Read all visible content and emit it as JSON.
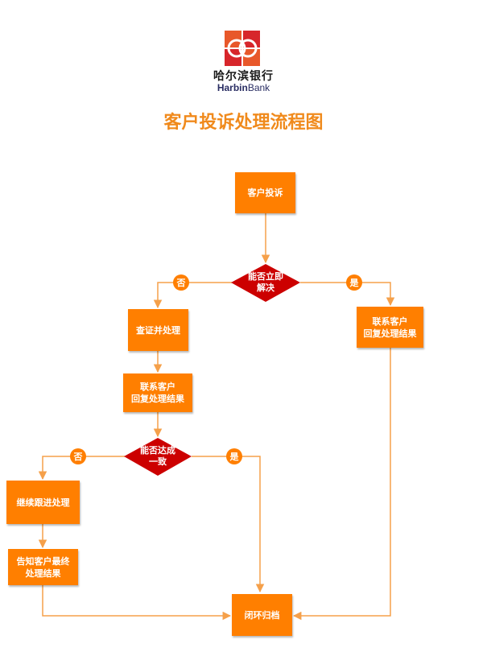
{
  "logo": {
    "icon": "harbin-bank-logo-icon",
    "name_cn": "哈尔滨银行",
    "name_en_bold": "Harbin",
    "name_en_rest": "Bank"
  },
  "title": "客户投诉处理流程图",
  "colors": {
    "box": "#ff7f00",
    "decision": "#cc0000",
    "line": "#f5a04a",
    "title": "#f08a1c"
  },
  "flow": {
    "start": "客户投诉",
    "decision1": "能否立即\n解决",
    "d1_no": "否",
    "d1_yes": "是",
    "check_handle": "查证并处理",
    "contact_reply_left": "联系客户\n回复处理结果",
    "contact_reply_right": "联系客户\n回复处理结果",
    "decision2": "能否达成\n一致",
    "d2_no": "否",
    "d2_yes": "是",
    "follow_up": "继续跟进处理",
    "notify_final": "告知客户最终\n处理结果",
    "close": "闭环归档"
  }
}
